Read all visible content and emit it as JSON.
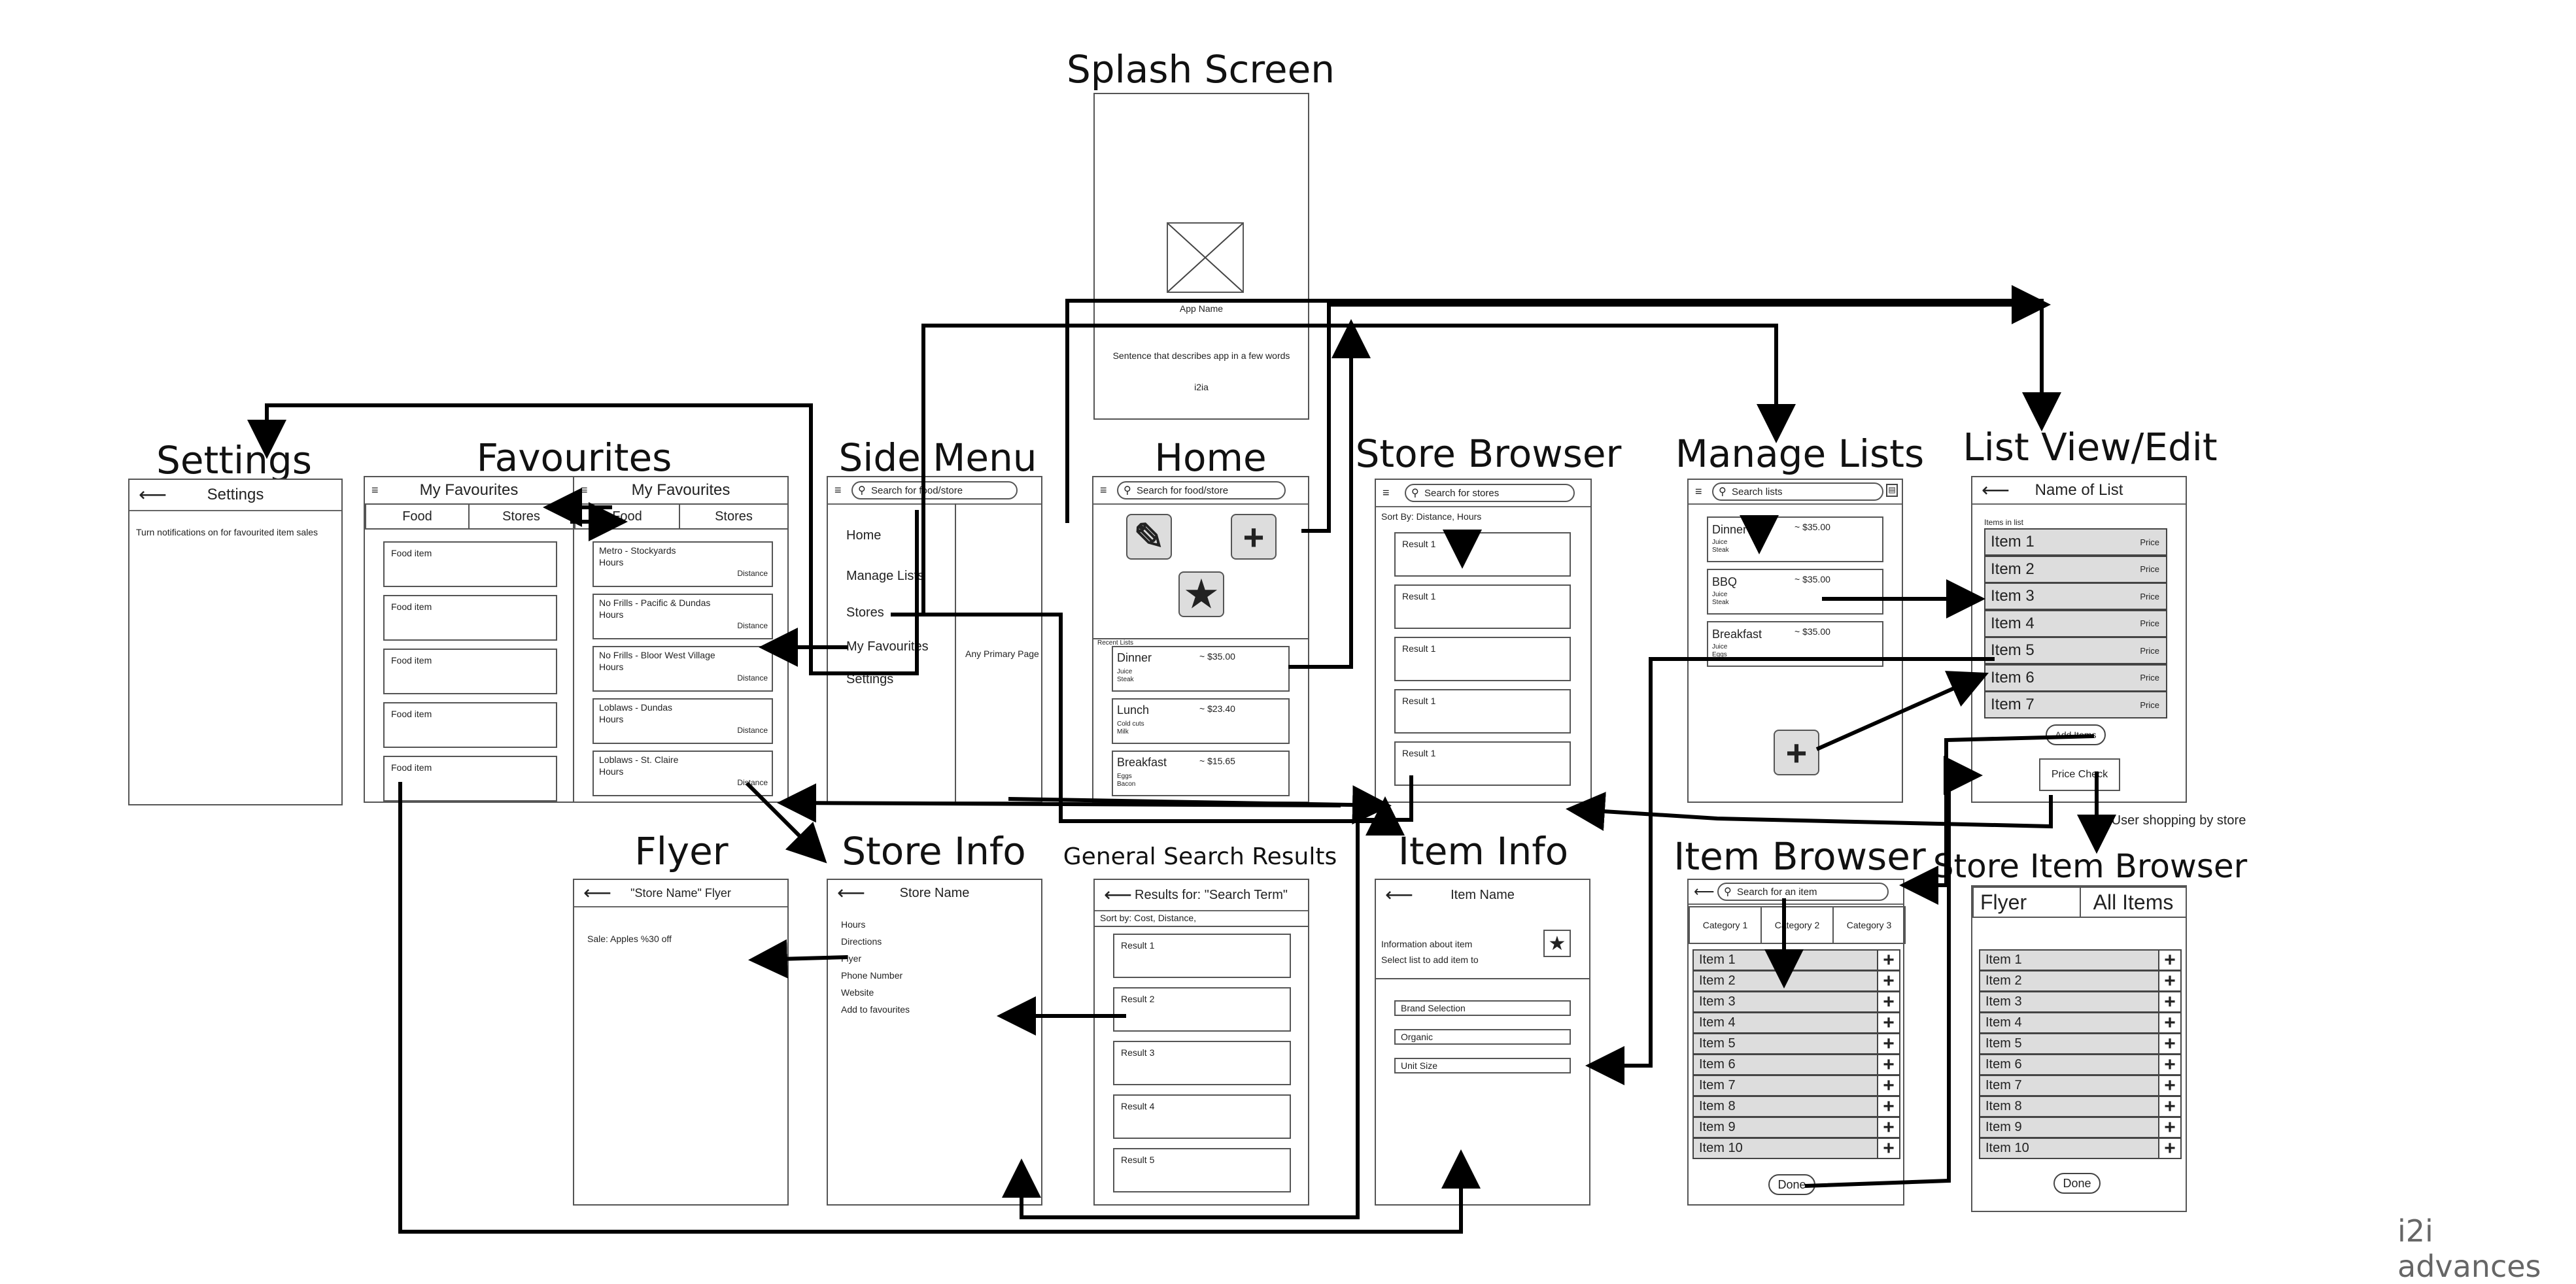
{
  "titles": {
    "splash": "Splash Screen",
    "settings": "Settings",
    "favourites": "Favourites",
    "side_menu": "Side Menu",
    "home": "Home",
    "store_browser": "Store Browser",
    "manage_lists": "Manage Lists",
    "list_view": "List View/Edit",
    "flyer": "Flyer",
    "store_info": "Store Info",
    "general_search": "General Search Results",
    "item_info": "Item Info",
    "item_browser": "Item Browser",
    "store_item_browser": "Store Item Browser"
  },
  "splash": {
    "app_name": "App Name",
    "tagline": "Sentence that describes app in a few words",
    "brand": "i2ia"
  },
  "settings": {
    "header": "Settings",
    "text": "Turn notifications on for favourited item sales"
  },
  "favourites_food": {
    "header": "My Favourites",
    "tabs": [
      "Food",
      "Stores"
    ],
    "items": [
      "Food item",
      "Food item",
      "Food item",
      "Food item",
      "Food item"
    ]
  },
  "favourites_stores": {
    "header": "My Favourites",
    "tabs": [
      "Food",
      "Stores"
    ],
    "stores": [
      {
        "name": "Metro - Stockyards",
        "hours": "Hours",
        "distance": "Distance"
      },
      {
        "name": "No Frills - Pacific & Dundas",
        "hours": "Hours",
        "distance": "Distance"
      },
      {
        "name": "No Frills - Bloor West Village",
        "hours": "Hours",
        "distance": "Distance"
      },
      {
        "name": "Loblaws - Dundas",
        "hours": "Hours",
        "distance": "Distance"
      },
      {
        "name": "Loblaws - St. Claire",
        "hours": "Hours",
        "distance": "Distance"
      }
    ]
  },
  "side_menu": {
    "search_placeholder": "Search for food/store",
    "items": [
      "Home",
      "Manage Lists",
      "Stores",
      "My Favourites",
      "Settings"
    ],
    "primary_page": "Any Primary Page"
  },
  "home": {
    "search_placeholder": "Search for food/store",
    "recent_label": "Recent Lists",
    "lists": [
      {
        "name": "Dinner",
        "price": "~ $35.00",
        "sub1": "Juice",
        "sub2": "Steak"
      },
      {
        "name": "Lunch",
        "price": "~ $23.40",
        "sub1": "Cold cuts",
        "sub2": "Milk"
      },
      {
        "name": "Breakfast",
        "price": "~ $15.65",
        "sub1": "Eggs",
        "sub2": "Bacon"
      }
    ]
  },
  "store_browser": {
    "search_placeholder": "Search for stores",
    "sort": "Sort By: Distance, Hours",
    "results": [
      "Result 1",
      "Result 1",
      "Result 1",
      "Result 1",
      "Result 1"
    ]
  },
  "manage_lists": {
    "search_placeholder": "Search lists",
    "lists": [
      {
        "name": "Dinner",
        "price": "~ $35.00",
        "sub1": "Juice",
        "sub2": "Steak"
      },
      {
        "name": "BBQ",
        "price": "~ $35.00",
        "sub1": "Juice",
        "sub2": "Steak"
      },
      {
        "name": "Breakfast",
        "price": "~ $35.00",
        "sub1": "Juice",
        "sub2": "Eggs"
      }
    ]
  },
  "list_view": {
    "header": "Name of List",
    "label": "Items in list",
    "items": [
      "Item 1",
      "Item 2",
      "Item 3",
      "Item 4",
      "Item 5",
      "Item 6",
      "Item 7"
    ],
    "price": "Price",
    "add_items": "Add Items",
    "price_check": "Price Check",
    "note": "If User shopping by store"
  },
  "flyer": {
    "header": "\"Store Name\" Flyer",
    "sale": "Sale: Apples %30 off"
  },
  "store_info": {
    "header": "Store Name",
    "items": [
      "Hours",
      "Directions",
      "Flyer",
      "Phone Number",
      "Website",
      "Add to favourites"
    ]
  },
  "general_search": {
    "header": "Results for: \"Search Term\"",
    "sort": "Sort by: Cost, Distance,",
    "results": [
      "Result 1",
      "Result 2",
      "Result 3",
      "Result 4",
      "Result 5"
    ]
  },
  "item_info": {
    "header": "Item Name",
    "info": "Information about item",
    "select": "Select list to add item to",
    "options": [
      "Brand Selection",
      "Organic",
      "Unit Size"
    ]
  },
  "item_browser": {
    "search_placeholder": "Search for an item",
    "categories": [
      "Category 1",
      "Category 2",
      "Category 3"
    ],
    "items": [
      "Item 1",
      "Item 2",
      "Item 3",
      "Item 4",
      "Item 5",
      "Item 6",
      "Item 7",
      "Item 8",
      "Item 9",
      "Item 10"
    ],
    "done": "Done"
  },
  "store_item_browser": {
    "tabs": [
      "Flyer",
      "All Items"
    ],
    "items": [
      "Item 1",
      "Item 2",
      "Item 3",
      "Item 4",
      "Item 5",
      "Item 6",
      "Item 7",
      "Item 8",
      "Item 9",
      "Item 10"
    ],
    "done": "Done"
  },
  "footer": "i2i advances"
}
